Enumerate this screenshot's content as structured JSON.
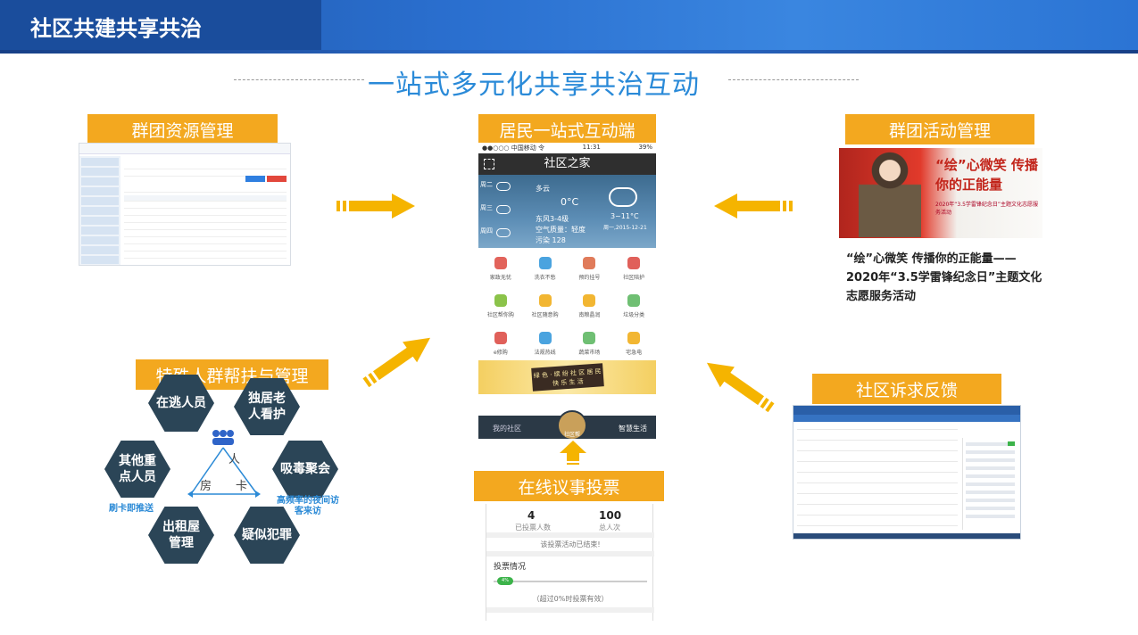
{
  "header": {
    "title": "社区共建共享共治"
  },
  "main_title": "一站式多元化共享共治互动",
  "sections": {
    "resource": "群团资源管理",
    "resident": "居民一站式互动端",
    "activity": "群团活动管理",
    "special": "特殊人群帮扶与管理",
    "feedback": "社区诉求反馈",
    "vote": "在线议事投票"
  },
  "phone": {
    "carrier": "●●○○○ 中国移动 令",
    "time": "11:31",
    "battery": "39%",
    "nav_title": "社区之家",
    "weather": {
      "days": [
        "周二",
        "周三",
        "周四"
      ],
      "condition": "多云",
      "temp": "0°C",
      "wind": "东风3-4级",
      "air": "空气质量：轻度",
      "pollution": "污染 128",
      "range": "3~11°C",
      "date": "周一,2015-12-21"
    },
    "services": [
      {
        "label": "家政无忧",
        "color": "#e2635b"
      },
      {
        "label": "洗衣不愁",
        "color": "#4aa3df"
      },
      {
        "label": "预约挂号",
        "color": "#e07b5a"
      },
      {
        "label": "社区陪护",
        "color": "#e0605a"
      },
      {
        "label": "社区帮你购",
        "color": "#8bc34a"
      },
      {
        "label": "社区随意购",
        "color": "#f2b632"
      },
      {
        "label": "南粮晶润",
        "color": "#f2b632"
      },
      {
        "label": "垃圾分类",
        "color": "#6fbf73"
      },
      {
        "label": "e修购",
        "color": "#e0605a"
      },
      {
        "label": "法规热线",
        "color": "#4aa3df"
      },
      {
        "label": "蔬菜市场",
        "color": "#6fbf73"
      },
      {
        "label": "宅急电",
        "color": "#f2b632"
      }
    ],
    "banner_text": "绿 色 · 缤 纷 社 区 居 民 快 乐 生 活",
    "tabs": {
      "left": "我的社区",
      "center": "社区帮",
      "right": "智慧生活"
    }
  },
  "activity": {
    "poster_title": "“绘”心微笑 传播你的正能量",
    "poster_sub": "2020年“3.5学雷锋纪念日”主题文化志愿服务活动",
    "caption": "“绘”心微笑 传播你的正能量—— 2020年“3.5学雷锋纪念日”主题文化志愿服务活动"
  },
  "special": {
    "hexes": [
      "在逃人员",
      "独居老人看护",
      "吸毒聚会",
      "疑似犯罪",
      "出租屋管理",
      "其他重点人员"
    ],
    "triangle": {
      "top": "人",
      "left": "房",
      "right": "卡"
    },
    "note_left": "刷卡即推送",
    "note_right": "高频率的夜间访客来访"
  },
  "vote": {
    "voters": "4",
    "voters_label": "已投票人数",
    "total": "100",
    "total_label": "总人次",
    "ended": "该投票活动已结束!",
    "section_title": "投票情况",
    "percent": "4%",
    "hint": "（超过0%时投票有效）"
  },
  "colors": {
    "accent_orange": "#f3a81f",
    "title_blue": "#2a8ad8",
    "header_blue": "#1f56a8",
    "arrow_yellow": "#f5b400"
  }
}
